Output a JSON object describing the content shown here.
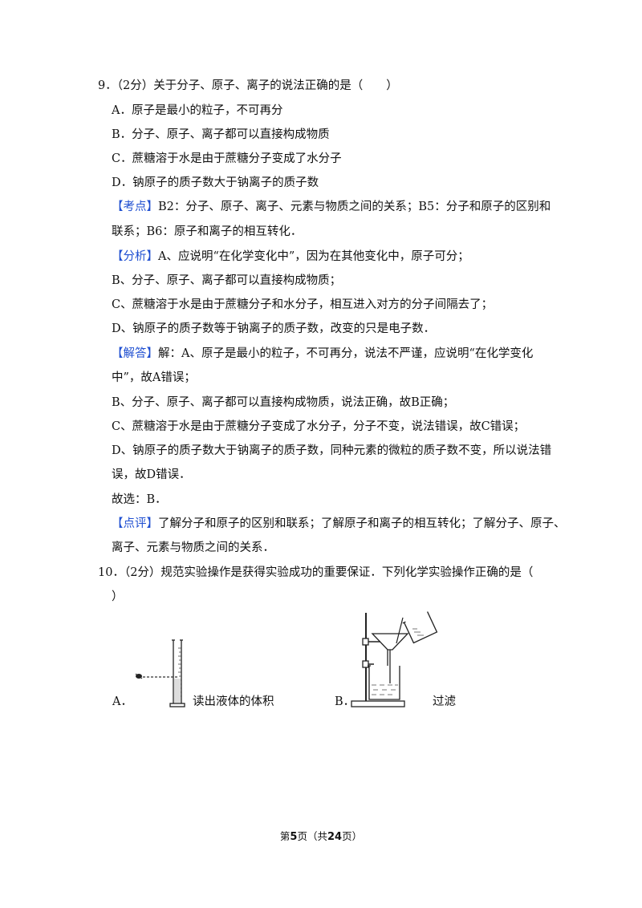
{
  "q9": {
    "stem": "9．（2分）关于分子、原子、离子的说法正确的是（　　）",
    "options": [
      "A．原子是最小的粒子，不可再分",
      "B．分子、原子、离子都可以直接构成物质",
      "C．蔗糖溶于水是由于蔗糖分子变成了水分子",
      "D．钠原子的质子数大于钠离子的质子数"
    ],
    "kaodian_tag": "【考点】",
    "kaodian_1": "B2：分子、原子、离子、元素与物质之间的关系；B5：分子和原子的区别和",
    "kaodian_2": "联系；B6：原子和离子的相互转化．",
    "fenxi_tag": "【分析】",
    "fenxi_1": "A、应说明“在化学变化中”，因为在其他变化中，原子可分；",
    "fenxi_2": "B、分子、原子、离子都可以直接构成物质；",
    "fenxi_3": "C、蔗糖溶于水是由于蔗糖分子和水分子，相互进入对方的分子间隔去了；",
    "fenxi_4": "D、钠原子的质子数等于钠离子的质子数，改变的只是电子数．",
    "jieda_tag": "【解答】",
    "jieda_1": "解：A、原子是最小的粒子，不可再分，说法不严谨，应说明“在化学变化",
    "jieda_2": "中”，故A错误；",
    "jieda_3": "B、分子、原子、离子都可以直接构成物质，说法正确，故B正确；",
    "jieda_4": "C、蔗糖溶于水是由于蔗糖分子变成了水分子，分子不变，说法错误，故C错误；",
    "jieda_5": "D、钠原子的质子数大于钠离子的质子数，同种元素的微粒的质子数不变，所以说法错",
    "jieda_6": "误，故D错误．",
    "jieda_7": "故选：B．",
    "dianping_tag": "【点评】",
    "dianping_1": "了解分子和原子的区别和联系；了解原子和离子的相互转化；了解分子、原子、",
    "dianping_2": "离子、元素与物质之间的关系．"
  },
  "q10": {
    "stem_1": "10．（2分）规范实验操作是获得实验成功的重要保证．下列化学实验操作正确的是（",
    "stem_2": "）",
    "option_a_letter": "A．",
    "option_a_caption": "读出液体的体积",
    "option_b_letter": "B．",
    "option_b_caption": "过滤"
  },
  "footer": {
    "prefix": "第",
    "page": "5",
    "mid": "页（共",
    "total": "24",
    "suffix": "页）"
  }
}
